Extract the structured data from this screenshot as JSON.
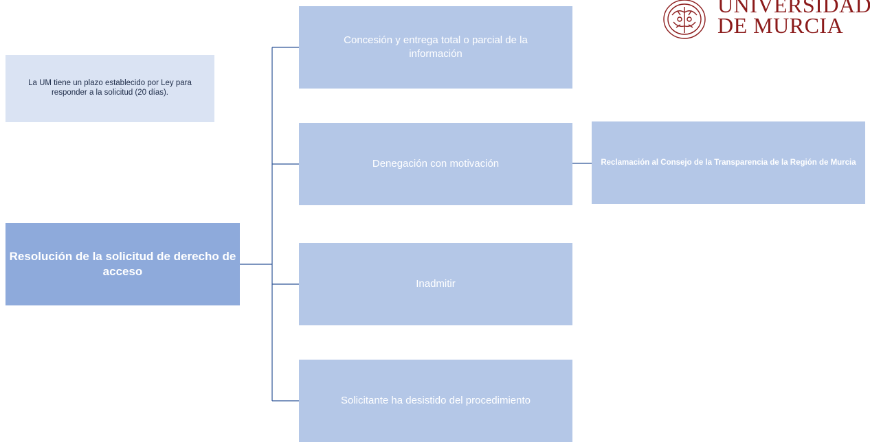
{
  "diagram": {
    "note": "La UM  tiene un plazo establecido por Ley para responder a la solicitud (20 días).",
    "root": "Resolución de la solicitud de derecho de acceso",
    "branches": [
      "Concesión y entrega total o parcial de la información",
      "Denegación con motivación",
      "Inadmitir",
      "Solicitante ha desistido del procedimiento"
    ],
    "reclamacion": "Reclamación al Consejo de la Transparencia de la Región de Murcia"
  },
  "logo": {
    "line1": "UNIVERSIDAD",
    "line2": "DE MURCIA"
  },
  "colors": {
    "root_fill": "#8eaadb",
    "branch_fill": "#b4c7e7",
    "note_fill": "#dae3f3",
    "connector": "#2f5597",
    "brand": "#8b1a1a"
  }
}
